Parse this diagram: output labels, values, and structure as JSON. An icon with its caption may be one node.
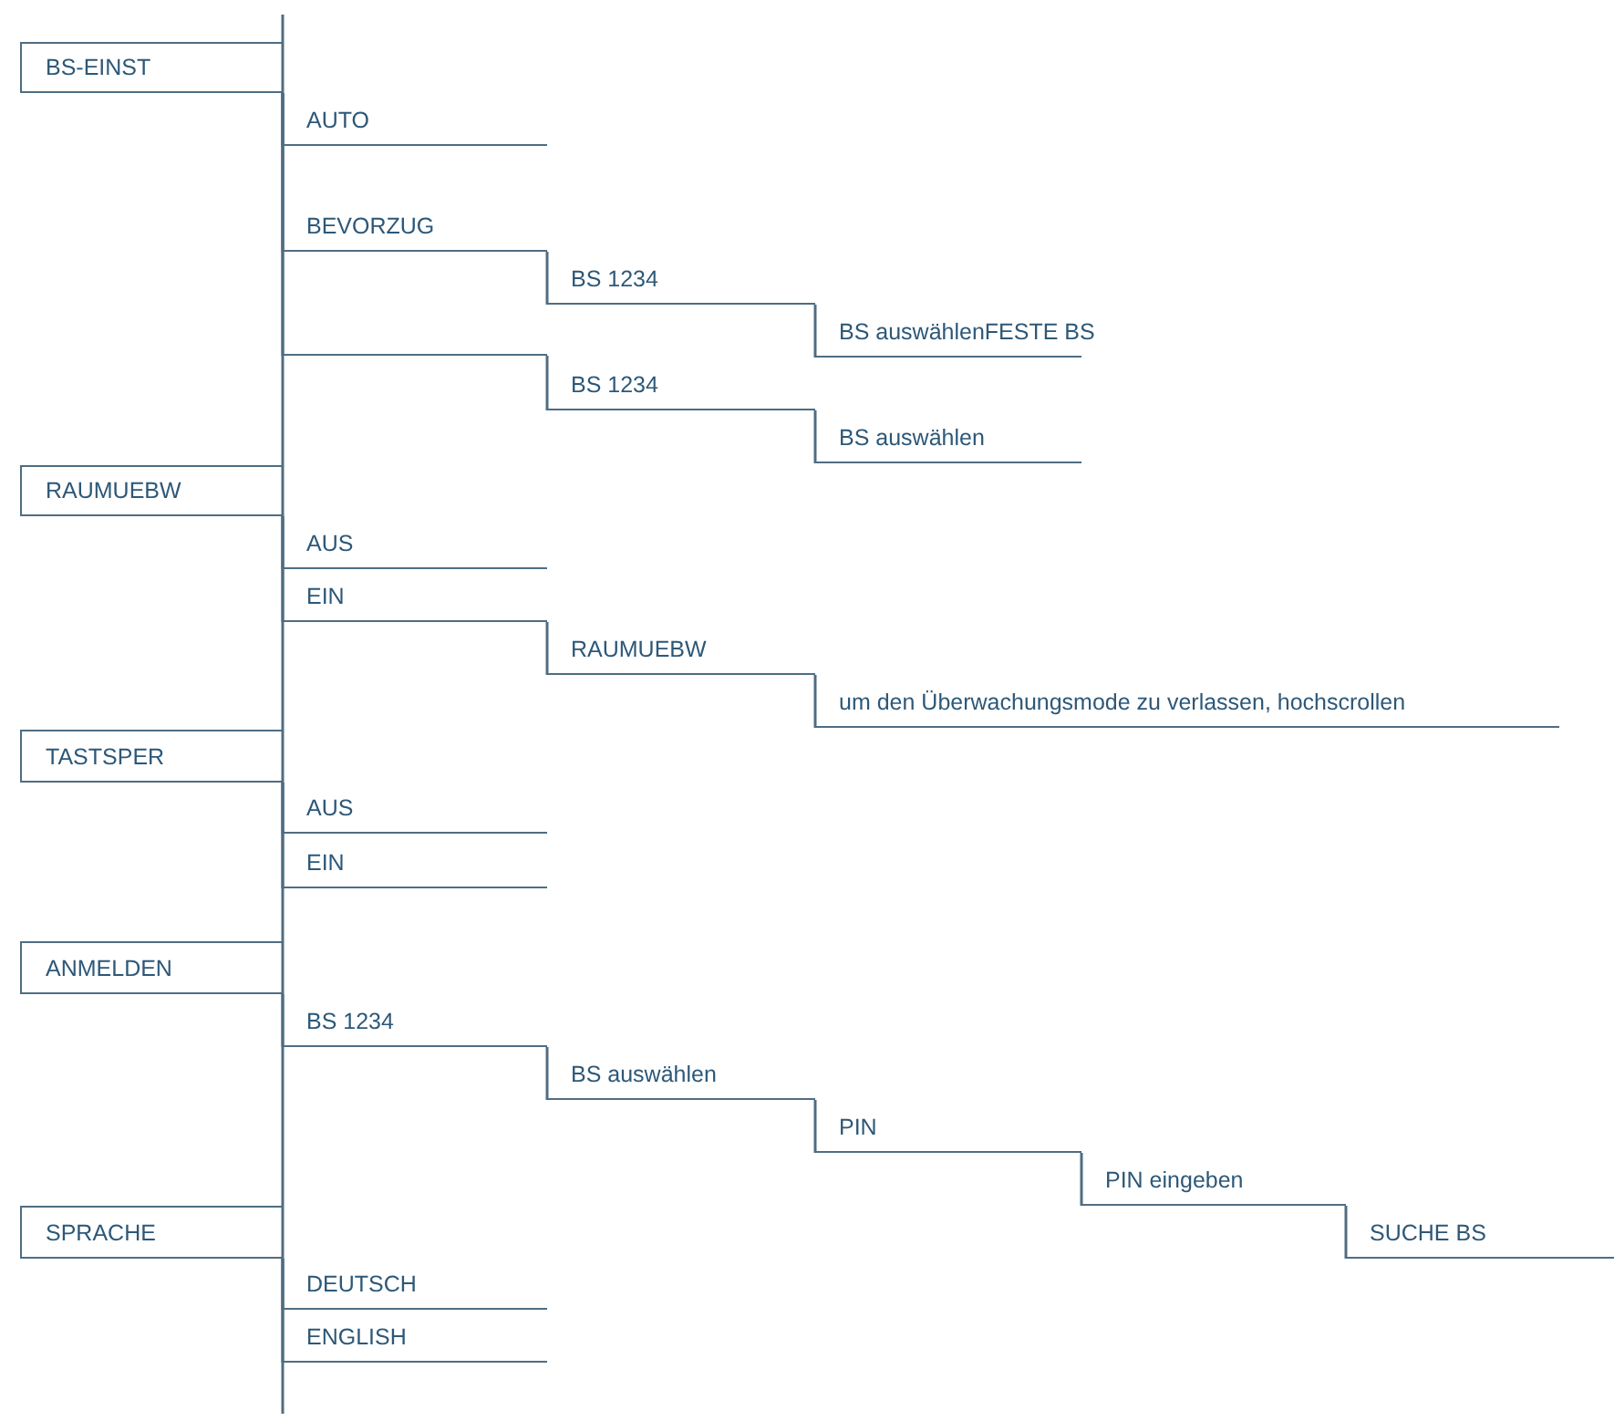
{
  "diagram": {
    "nodes": [
      {
        "text": [
          "BS-EINST"
        ]
      },
      {
        "text": [
          "AUTO"
        ]
      },
      {
        "text": [
          "BEVORZUG"
        ]
      },
      {
        "text": [
          "BS 1234"
        ]
      },
      {
        "text": [
          "BS auswählenFESTE BS"
        ]
      },
      {
        "text": [],
        "shape": "bar"
      },
      {
        "text": [
          "BS 1234"
        ]
      },
      {
        "text": [
          "BS auswählen"
        ]
      },
      {
        "text": [
          "RAUMUEBW"
        ]
      },
      {
        "text": [
          "AUS"
        ]
      },
      {
        "text": [
          "EIN"
        ]
      },
      {
        "text": [
          "RAUMUEBW"
        ]
      },
      {
        "text": [
          "um den Überwachungsmode zu verlassen, hochscrollen"
        ]
      },
      {
        "text": [
          "TASTSPER"
        ]
      },
      {
        "text": [
          "AUS"
        ]
      },
      {
        "text": [
          "EIN"
        ]
      },
      {
        "text": [
          "ANMELDEN"
        ]
      },
      {
        "text": [
          "BS 1234"
        ]
      },
      {
        "text": [
          "BS auswählen"
        ]
      },
      {
        "text": [
          "PIN"
        ]
      },
      {
        "text": [
          "PIN eingeben"
        ]
      },
      {
        "text": [
          "SUCHE BS"
        ]
      },
      {
        "text": [
          "SPRACHE"
        ]
      },
      {
        "text": [
          "DEUTSCH"
        ]
      },
      {
        "text": [
          "ENGLISH"
        ]
      }
    ],
    "edges": [
      {
        "from": 0,
        "to": 1,
        "arrow": "none"
      },
      {
        "from": 0,
        "to": 2,
        "arrow": "none"
      },
      {
        "from": 2,
        "to": 3,
        "arrow": "none"
      },
      {
        "from": 3,
        "to": 4,
        "arrow": "none"
      },
      {
        "from": 0,
        "to": 5,
        "arrow": "none"
      },
      {
        "from": 5,
        "to": 6,
        "arrow": "none"
      },
      {
        "from": 6,
        "to": 7,
        "arrow": "none"
      },
      {
        "from": 8,
        "to": 9,
        "arrow": "none"
      },
      {
        "from": 8,
        "to": 10,
        "arrow": "none"
      },
      {
        "from": 10,
        "to": 11,
        "arrow": "none"
      },
      {
        "from": 11,
        "to": 12,
        "arrow": "none"
      },
      {
        "from": 13,
        "to": 14,
        "arrow": "none"
      },
      {
        "from": 13,
        "to": 15,
        "arrow": "none"
      },
      {
        "from": 16,
        "to": 17,
        "arrow": "none"
      },
      {
        "from": 17,
        "to": 18,
        "arrow": "none"
      },
      {
        "from": 18,
        "to": 19,
        "arrow": "none"
      },
      {
        "from": 19,
        "to": 20,
        "arrow": "none"
      },
      {
        "from": 20,
        "to": 21,
        "arrow": "none"
      },
      {
        "from": 22,
        "to": 23,
        "arrow": "none"
      },
      {
        "from": 22,
        "to": 24,
        "arrow": "none"
      }
    ]
  }
}
